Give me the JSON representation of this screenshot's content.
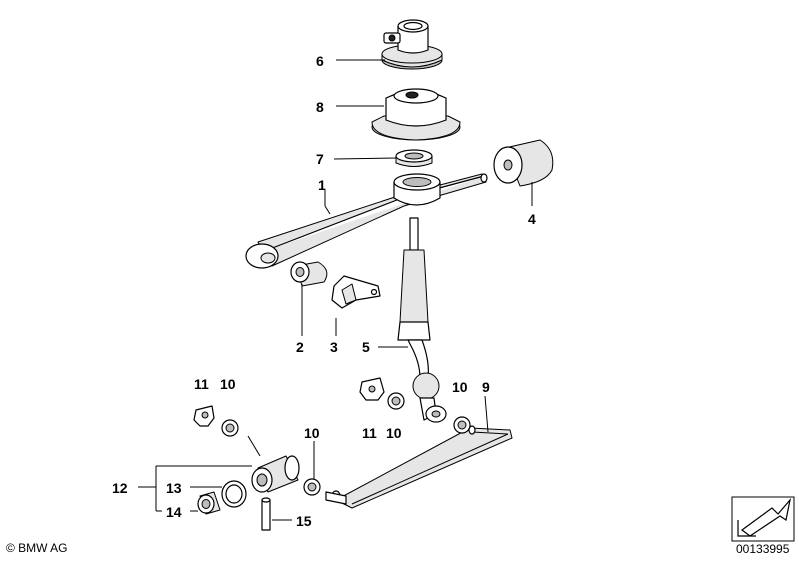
{
  "diagram": {
    "callouts": {
      "c1": "1",
      "c2": "2",
      "c3": "3",
      "c4": "4",
      "c5": "5",
      "c6": "6",
      "c7": "7",
      "c8": "8",
      "c9": "9",
      "c10a": "10",
      "c10b": "10",
      "c10c": "10",
      "c10d": "10",
      "c11a": "11",
      "c11b": "11",
      "c12": "12",
      "c13": "13",
      "c14": "14",
      "c15": "15"
    },
    "copyright": "© BMW AG",
    "drawing_number": "00133995"
  }
}
